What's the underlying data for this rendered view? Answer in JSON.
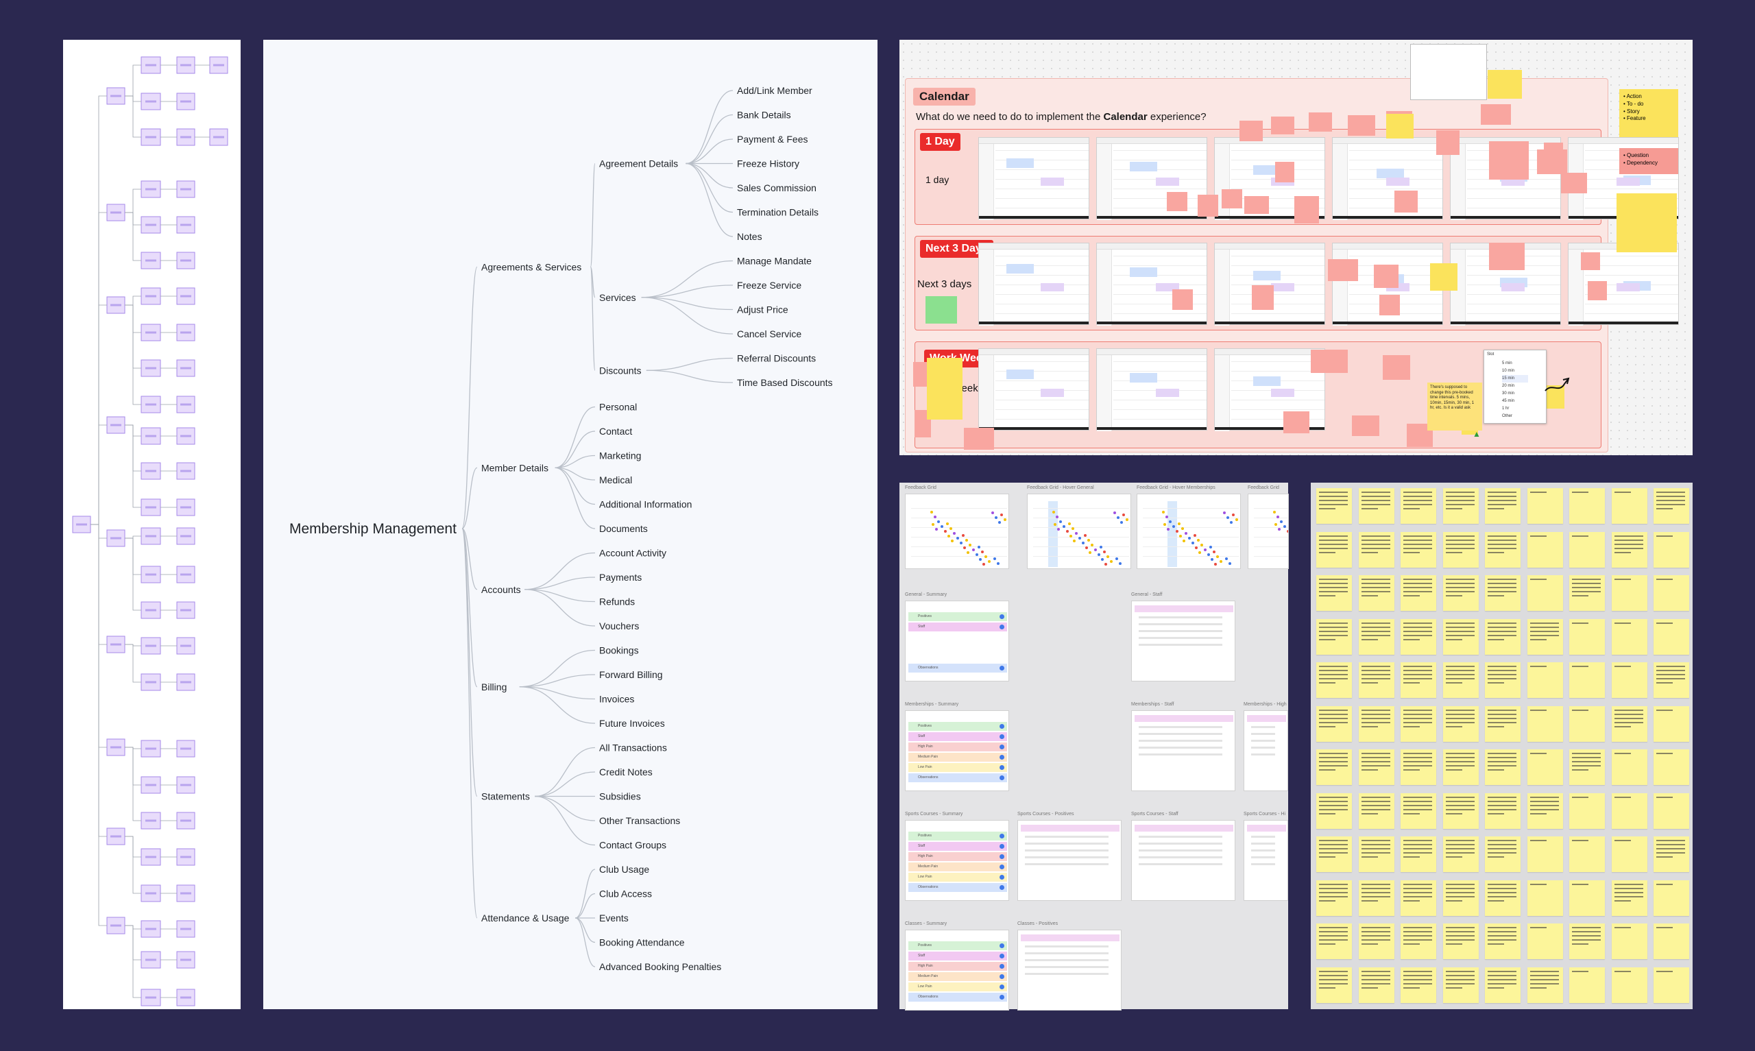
{
  "mindmap": {
    "root": "Membership Management",
    "branches": [
      {
        "label": "Agreements & Services",
        "children": [
          {
            "label": "Agreement Details",
            "children": [
              "Add/Link Member",
              "Bank Details",
              "Payment & Fees",
              "Freeze History",
              "Sales Commission",
              "Termination Details",
              "Notes"
            ]
          },
          {
            "label": "Services",
            "children": [
              "Manage Mandate",
              "Freeze Service",
              "Adjust Price",
              "Cancel Service"
            ]
          },
          {
            "label": "Discounts",
            "children": [
              "Referral Discounts",
              "Time Based Discounts"
            ]
          }
        ]
      },
      {
        "label": "Member Details",
        "children": [
          "Personal",
          "Contact",
          "Marketing",
          "Medical",
          "Additional Information",
          "Documents"
        ]
      },
      {
        "label": "Accounts",
        "children": [
          "Account Activity",
          "Payments",
          "Refunds",
          "Vouchers"
        ]
      },
      {
        "label": "Billing",
        "children": [
          "Bookings",
          "Forward Billing",
          "Invoices",
          "Future Invoices"
        ]
      },
      {
        "label": "Statements",
        "children": [
          "All Transactions",
          "Credit Notes",
          "Subsidies",
          "Other Transactions",
          "Contact Groups"
        ]
      },
      {
        "label": "Attendance & Usage",
        "children": [
          "Club Usage",
          "Club Access",
          "Events",
          "Booking Attendance",
          "Advanced Booking Penalties"
        ]
      }
    ]
  },
  "calendar": {
    "title": "Calendar",
    "question_prefix": "What do we need to do to implement the ",
    "question_bold": "Calendar",
    "question_suffix": " experience?",
    "rows": [
      {
        "badge": "1 Day",
        "label": "1 day"
      },
      {
        "badge": "Next 3 Days",
        "label": "Next 3 days"
      },
      {
        "badge": "Work Week",
        "label": "rk Week"
      }
    ],
    "legend": {
      "yellow": [
        "Action",
        "To - do",
        "Story",
        "Feature"
      ],
      "pink": [
        "Question",
        "Dependency"
      ]
    },
    "slot_label": "Slot",
    "durations": [
      "5 min",
      "10 min",
      "15 min",
      "20 min",
      "30 min",
      "45 min",
      "1 hr",
      "Other"
    ],
    "note_text": "There's supposed to change this pre-booked time intervals. 5 mins, 10min, 15min, 30 min, 1 hr, etc. Is it a valid ask"
  },
  "feedback": {
    "grids": [
      "Feedback Grid",
      "Feedback Grid - Hover General",
      "Feedback Grid - Hover Memberships",
      "Feedback Grid"
    ],
    "panels": [
      "General - Summary",
      "General - Staff",
      "Memberships - Summary",
      "Memberships - Staff",
      "Memberships - High",
      "Sports Courses - Summary",
      "Sports Courses - Positives",
      "Sports Courses - Staff",
      "Sports Courses - Hi",
      "Classes - Summary",
      "Classes - Positives"
    ],
    "rows": [
      "Positives",
      "Staff",
      "High Pain",
      "Medium Pain",
      "Low Pain",
      "Observations"
    ]
  },
  "colors": {
    "background": "#2b2850",
    "flow_node": "#e8dcfb",
    "flow_stroke": "#a689e8",
    "calendar_red": "#ea2b2b",
    "sticky_yellow": "#fcf59a",
    "sticky_pink": "#f9a6a0"
  }
}
